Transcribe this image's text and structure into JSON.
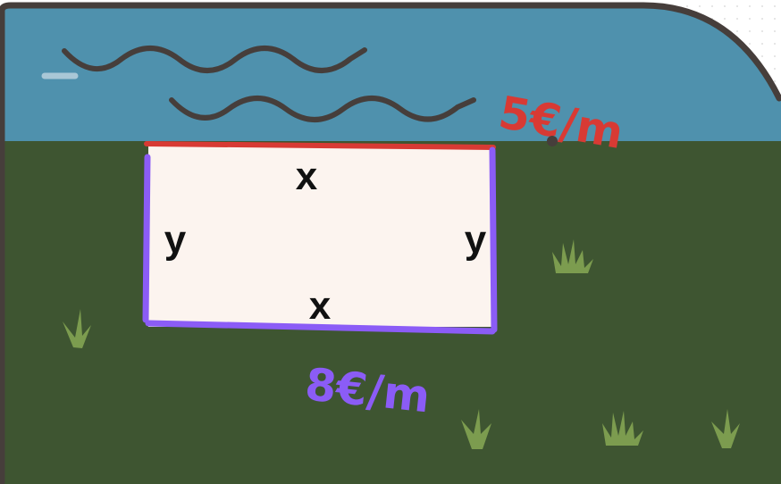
{
  "labels": {
    "top_side": "x",
    "bottom_side": "x",
    "left_side": "y",
    "right_side": "y"
  },
  "costs": {
    "river_side": "5€/m",
    "other_sides": "8€/m"
  },
  "colors": {
    "water": "#4f91ad",
    "land": "#3e5531",
    "field": "#fcf4ef",
    "river_side": "#d83a34",
    "other_sides": "#8b5cf6",
    "border": "#463e3b",
    "grass": "#7c9c4f"
  }
}
